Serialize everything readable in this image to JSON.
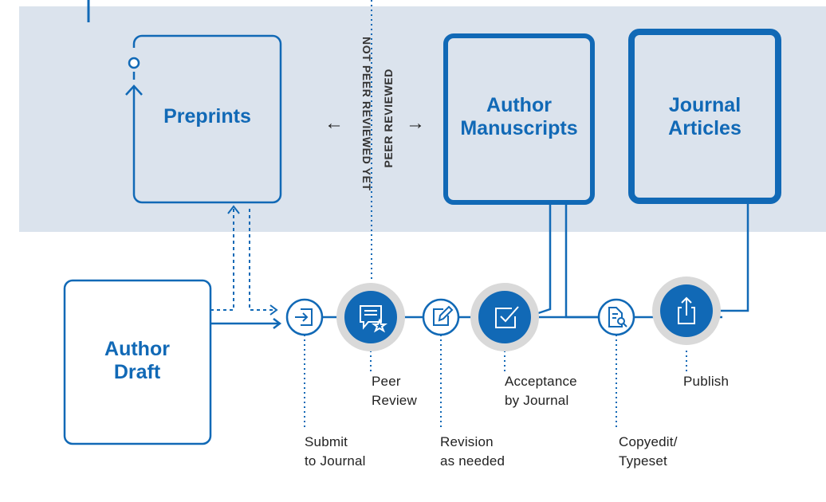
{
  "colors": {
    "primary": "#1169b6",
    "band": "#dbe3ed",
    "halo": "#d9d9d9",
    "text": "#222222"
  },
  "boxes": {
    "preprints": "Preprints",
    "author_manuscripts": "Author\nManuscripts",
    "journal_articles": "Journal\nArticles",
    "author_draft": "Author\nDraft"
  },
  "divider": {
    "left_label": "NOT PEER REVIEWED YET",
    "right_label": "PEER REVIEWED",
    "left_arrow": "←",
    "right_arrow": "→"
  },
  "steps": [
    {
      "id": "submit",
      "label": "Submit\nto Journal",
      "icon": "submit-icon"
    },
    {
      "id": "peer_review",
      "label": "Peer\nReview",
      "icon": "review-comment-icon"
    },
    {
      "id": "revision",
      "label": "Revision\nas needed",
      "icon": "edit-pencil-icon"
    },
    {
      "id": "acceptance",
      "label": "Acceptance\nby Journal",
      "icon": "checkbox-icon"
    },
    {
      "id": "copyedit",
      "label": "Copyedit/\nTypeset",
      "icon": "document-search-icon"
    },
    {
      "id": "publish",
      "label": "Publish",
      "icon": "share-upload-icon"
    }
  ]
}
